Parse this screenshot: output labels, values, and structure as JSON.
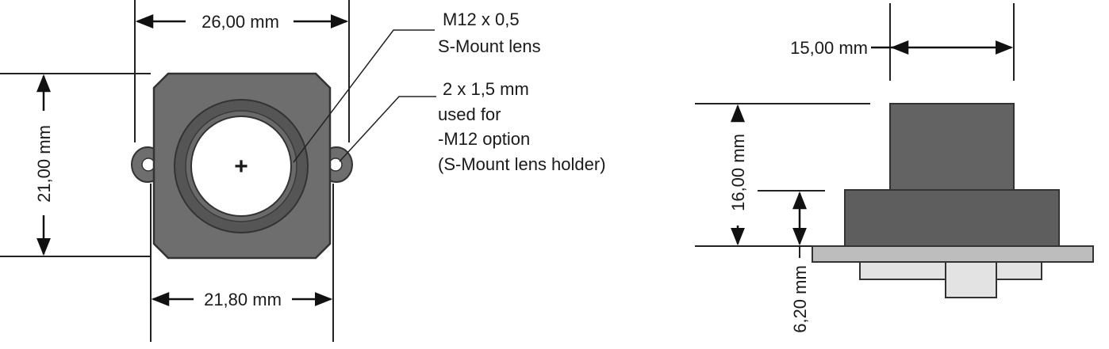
{
  "front_view": {
    "width_outer": "26,00 mm",
    "width_inner": "21,80 mm",
    "height": "21,00 mm",
    "center_mark": "+",
    "colors": {
      "body": "#6e6e6e",
      "lens_ring": "#555555",
      "lens": "#ffffff",
      "outline": "#333333"
    }
  },
  "callouts": {
    "lens": [
      "M12 x 0,5",
      "S-Mount lens"
    ],
    "holes": [
      "2 x 1,5 mm",
      "used for",
      "-M12 option",
      "(S-Mount lens holder)"
    ]
  },
  "side_view": {
    "top_width": "15,00 mm",
    "total_height": "16,00 mm",
    "base_height": "6,20 mm",
    "colors": {
      "upper": "#636363",
      "lower": "#5e5e5e",
      "board": "#bdbdbd",
      "connector": "#e3e3e3"
    }
  }
}
